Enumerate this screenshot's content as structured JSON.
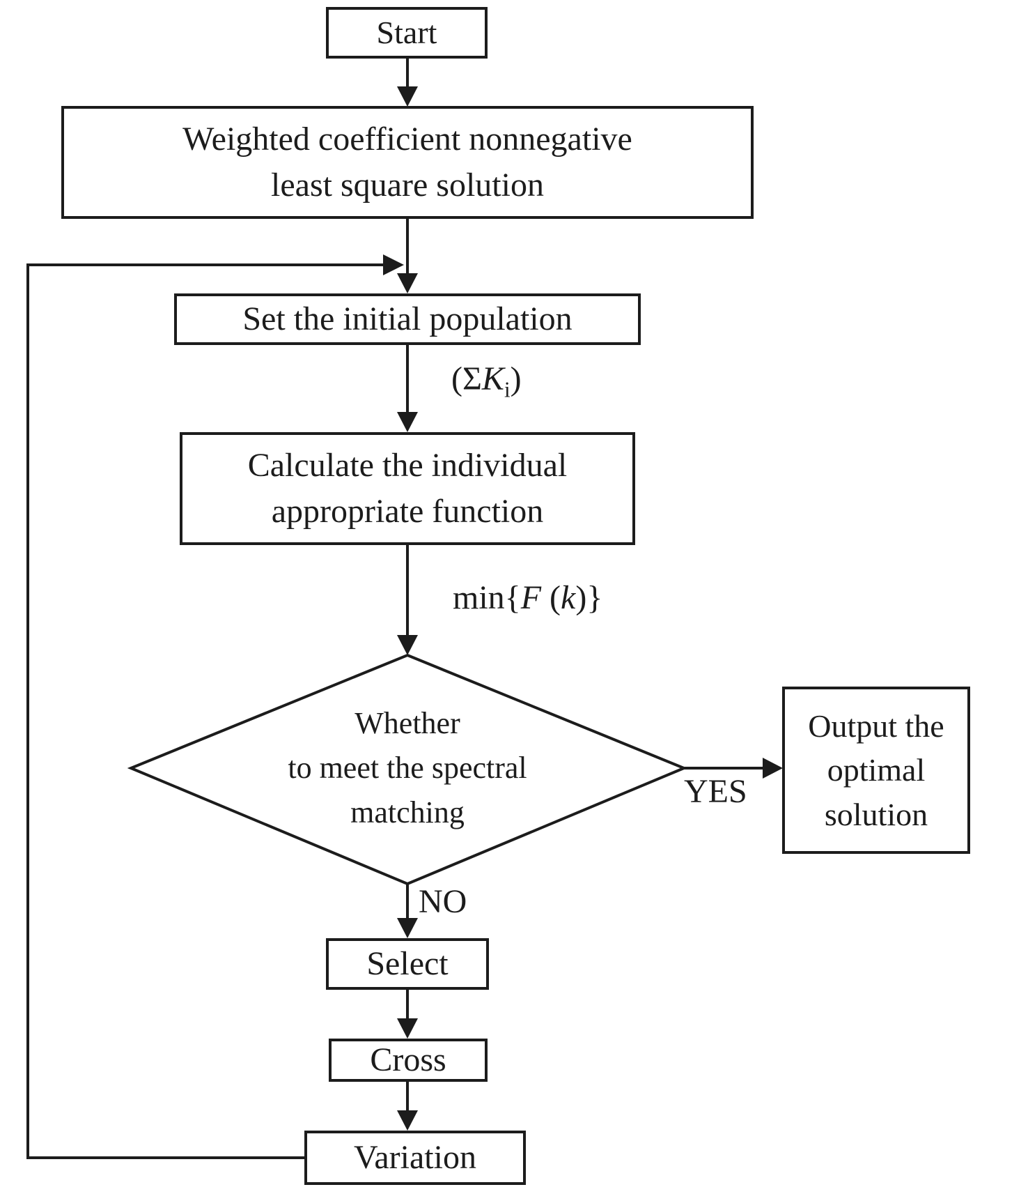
{
  "figure": {
    "type": "flowchart",
    "colors": {
      "stroke": "#1c1c1c",
      "background": "#ffffff"
    },
    "nodes": {
      "start": {
        "label": "Start"
      },
      "weighted": {
        "line1": "Weighted coefficient nonnegative",
        "line2": "least square solution"
      },
      "set_population": {
        "label": "Set the initial population"
      },
      "calculate": {
        "line1": "Calculate the individual",
        "line2": "appropriate function"
      },
      "decision": {
        "line1": "Whether",
        "line2": "to meet the spectral",
        "line3": "matching"
      },
      "output": {
        "line1": "Output the",
        "line2": "optimal",
        "line3": "solution"
      },
      "select": {
        "label": "Select"
      },
      "cross": {
        "label": "Cross"
      },
      "variation": {
        "label": "Variation"
      }
    },
    "edge_labels": {
      "sigma_open": "(Σ",
      "sigma_var": "K",
      "sigma_sub": "i",
      "sigma_close": ")",
      "min_prefix": "min{",
      "min_var": "F",
      "min_mid": " (",
      "min_var2": "k",
      "min_suffix": ")}",
      "yes": "YES",
      "no": "NO"
    }
  }
}
